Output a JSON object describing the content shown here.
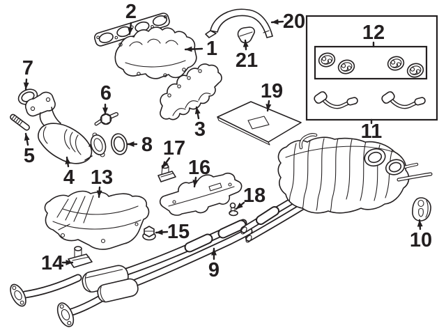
{
  "diagram": {
    "kind": "exhaust-system-parts-diagram",
    "background_color": "#ffffff",
    "line_color": "#231f20",
    "callout_font_size": 29,
    "callouts": [
      {
        "label": "1",
        "name": "part-1",
        "text": [
          304,
          70
        ],
        "arrow": [
          290,
          70,
          266,
          71
        ],
        "head": true
      },
      {
        "label": "2",
        "name": "part-2",
        "text": [
          188,
          17
        ],
        "arrow": [
          188,
          33,
          186,
          49
        ],
        "head": true
      },
      {
        "label": "3",
        "name": "part-3",
        "text": [
          287,
          186
        ],
        "arrow": [
          285,
          170,
          282,
          154
        ],
        "head": true
      },
      {
        "label": "4",
        "name": "part-4",
        "text": [
          99,
          255
        ],
        "arrow": [
          98,
          239,
          96,
          226
        ],
        "head": true
      },
      {
        "label": "5",
        "name": "part-5",
        "text": [
          42,
          224
        ],
        "arrow": [
          40,
          208,
          37,
          192
        ],
        "head": true
      },
      {
        "label": "6",
        "name": "part-6",
        "text": [
          152,
          134
        ],
        "arrow": [
          151,
          150,
          151,
          164
        ],
        "head": true
      },
      {
        "label": "7",
        "name": "part-7",
        "text": [
          40,
          98
        ],
        "arrow": [
          38,
          114,
          37,
          128
        ],
        "head": true
      },
      {
        "label": "8",
        "name": "part-8",
        "text": [
          211,
          208
        ],
        "arrow": [
          196,
          207,
          183,
          207
        ],
        "head": true
      },
      {
        "label": "9",
        "name": "part-9",
        "text": [
          307,
          388
        ],
        "arrow": [
          307,
          372,
          307,
          357
        ],
        "head": true
      },
      {
        "label": "10",
        "name": "part-10",
        "text": [
          604,
          345
        ],
        "arrow": [
          603,
          329,
          602,
          316
        ],
        "head": true
      },
      {
        "label": "11",
        "name": "part-11",
        "text": [
          533,
          189
        ],
        "arrow": [
          533,
          172,
          533,
          177
        ],
        "head": false
      },
      {
        "label": "12",
        "name": "part-12",
        "text": [
          536,
          47
        ],
        "arrow": [
          536,
          61,
          536,
          67
        ],
        "head": false
      },
      {
        "label": "13",
        "name": "part-13",
        "text": [
          146,
          255
        ],
        "arrow": [
          143,
          269,
          142,
          283
        ],
        "head": true
      },
      {
        "label": "14",
        "name": "part-14",
        "text": [
          75,
          378
        ],
        "arrow": [
          90,
          377,
          104,
          377
        ],
        "head": true
      },
      {
        "label": "15",
        "name": "part-15",
        "text": [
          256,
          333
        ],
        "arrow": [
          240,
          333,
          224,
          334
        ],
        "head": true
      },
      {
        "label": "16",
        "name": "part-16",
        "text": [
          286,
          241
        ],
        "arrow": [
          281,
          255,
          279,
          268
        ],
        "head": true
      },
      {
        "label": "17",
        "name": "part-17",
        "text": [
          250,
          213
        ],
        "arrow": [
          243,
          227,
          233,
          241
        ],
        "head": true
      },
      {
        "label": "18",
        "name": "part-18",
        "text": [
          365,
          281
        ],
        "arrow": [
          350,
          291,
          339,
          300
        ],
        "head": true
      },
      {
        "label": "19",
        "name": "part-19",
        "text": [
          390,
          131
        ],
        "arrow": [
          386,
          145,
          384,
          159
        ],
        "head": true
      },
      {
        "label": "20",
        "name": "part-20",
        "text": [
          422,
          31
        ],
        "arrow": [
          406,
          31,
          390,
          32
        ],
        "head": true
      },
      {
        "label": "21",
        "name": "part-21",
        "text": [
          354,
          87
        ],
        "arrow": [
          353,
          71,
          352,
          58
        ],
        "head": true
      }
    ]
  }
}
